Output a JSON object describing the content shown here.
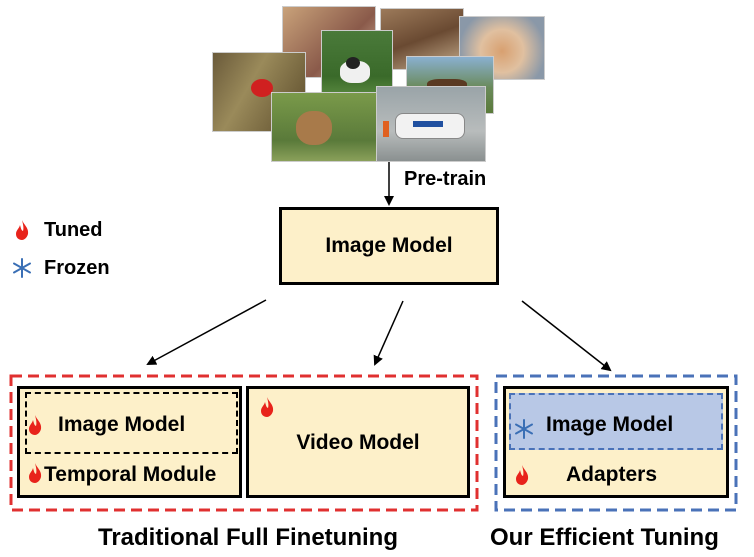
{
  "pretrain_label": "Pre-train",
  "legend": {
    "tuned_label": "Tuned",
    "frozen_label": "Frozen",
    "tuned_icon": "flame-icon",
    "frozen_icon": "snowflake-icon"
  },
  "top_model": {
    "label": "Image Model"
  },
  "traditional": {
    "image_model": "Image Model",
    "temporal_module": "Temporal Module",
    "video_model": "Video Model",
    "caption": "Traditional Full Finetuning",
    "border_color": "#e03030"
  },
  "efficient": {
    "image_model": "Image Model",
    "adapters": "Adapters",
    "caption": "Our Efficient Tuning",
    "border_color": "#4a72b8"
  },
  "colors": {
    "box_fill": "#fdf0c9",
    "frozen_fill": "#b8c8e6",
    "flame": "#e8231b",
    "snow": "#3a6fb5"
  }
}
